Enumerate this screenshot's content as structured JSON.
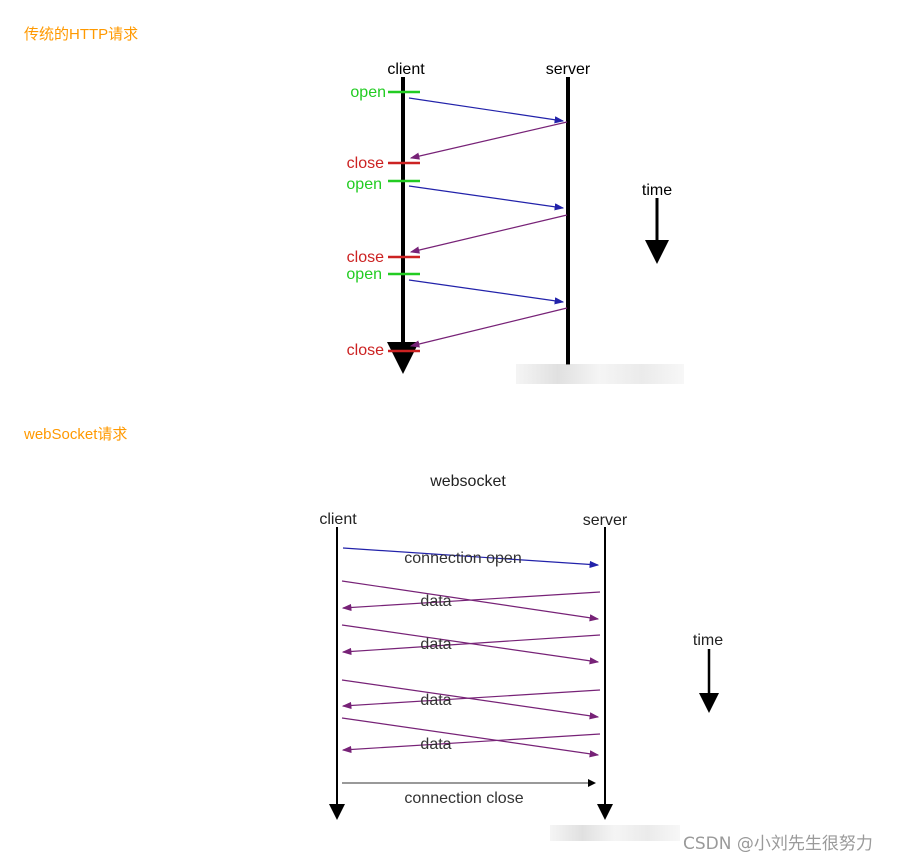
{
  "section1": {
    "heading": "传统的HTTP请求",
    "diagram": {
      "client_label": "client",
      "server_label": "server",
      "open_label": "open",
      "close_label": "close",
      "time_label": "time",
      "colors": {
        "open": "#22cc22",
        "close": "#cc2222",
        "request": "#2222aa",
        "response": "#772277"
      }
    }
  },
  "section2": {
    "heading": "webSocket请求",
    "diagram": {
      "title": "websocket",
      "client_label": "client",
      "server_label": "server",
      "open_label": "connection open",
      "data_label": "data",
      "close_label": "connection close",
      "time_label": "time"
    }
  },
  "watermark": "CSDN @小刘先生很努力"
}
